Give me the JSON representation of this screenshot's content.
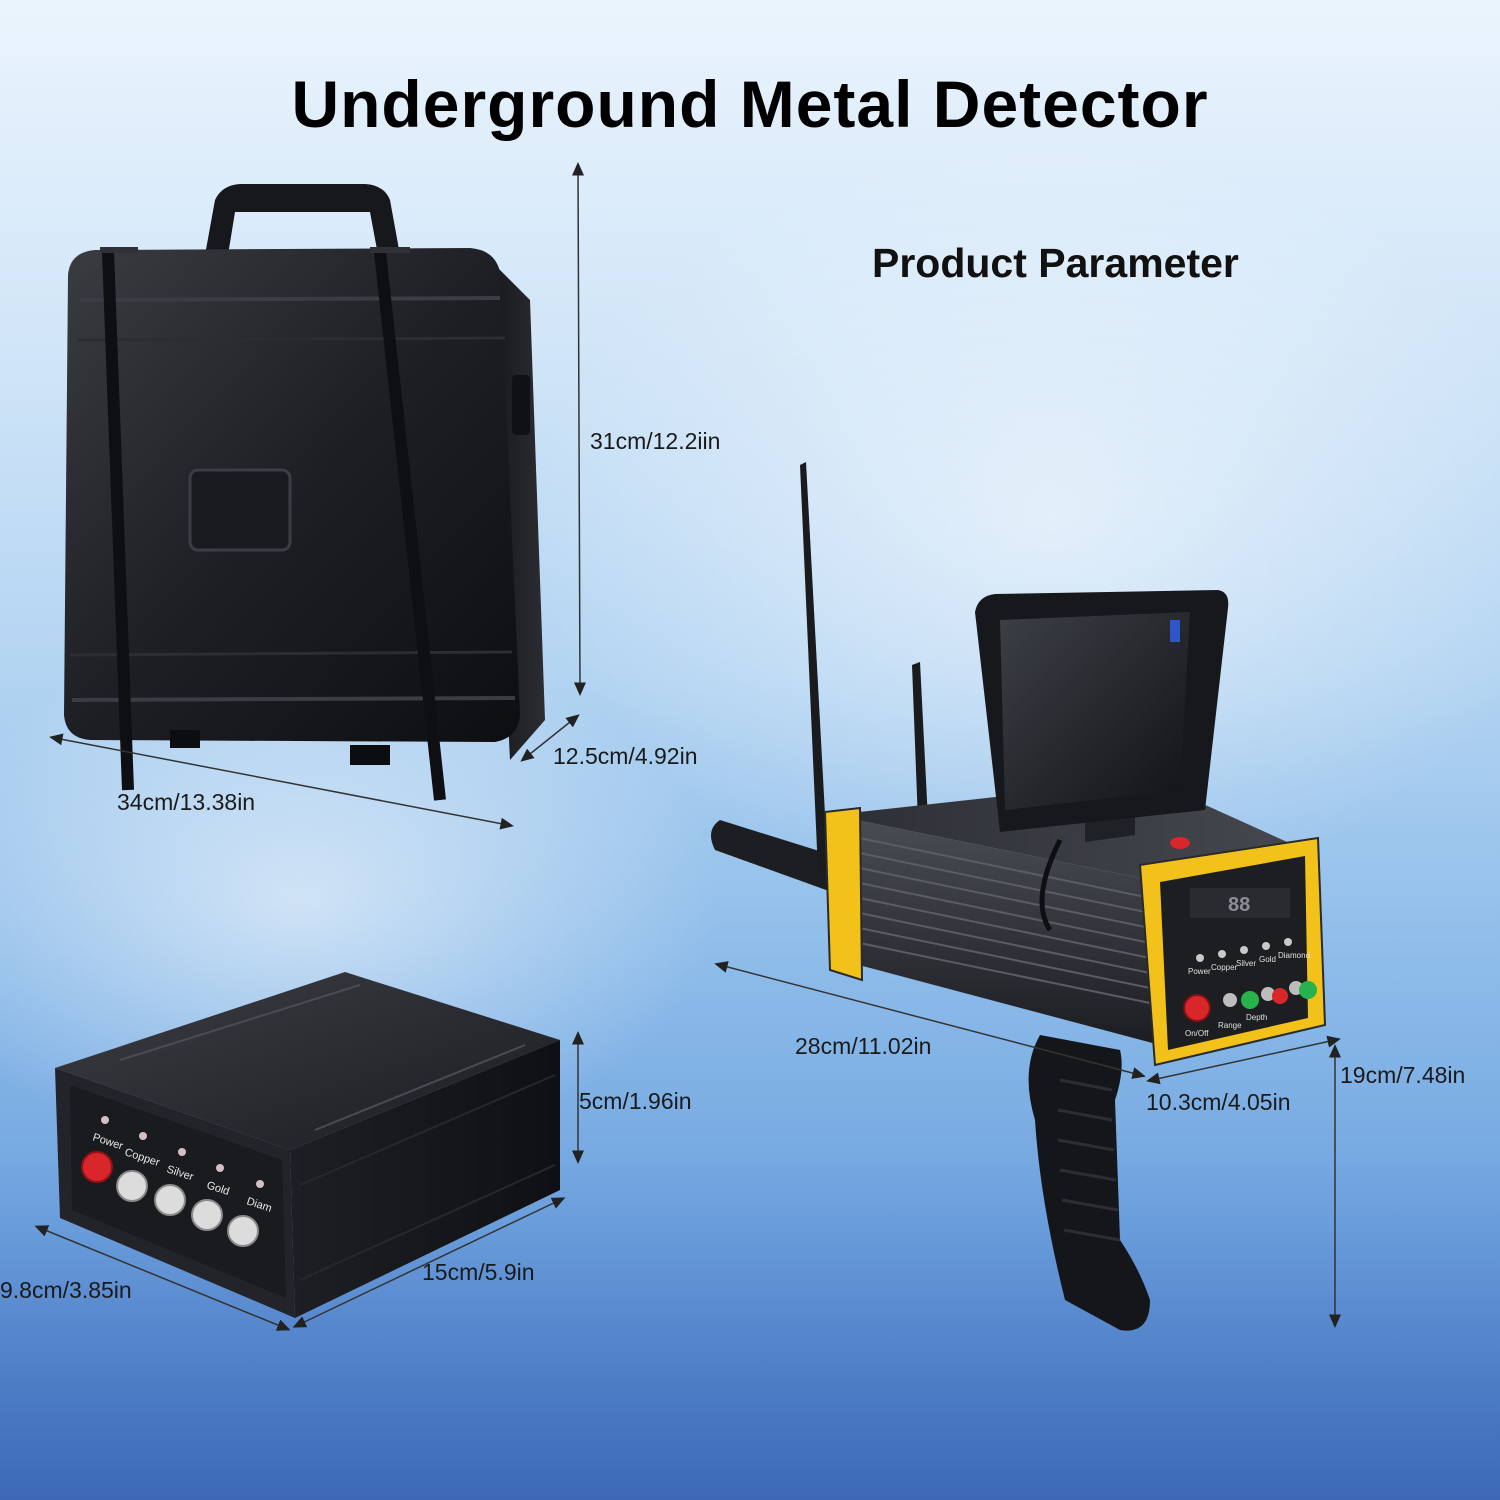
{
  "title": "Underground Metal Detector",
  "subtitle": "Product Parameter",
  "case_dimensions": {
    "height": "31cm/12.2iin",
    "depth": "12.5cm/4.92in",
    "width": "34cm/13.38in"
  },
  "box_dimensions": {
    "height": "5cm/1.96in",
    "length": "15cm/5.9in",
    "width": "9.8cm/3.85in"
  },
  "detector_dimensions": {
    "length": "28cm/11.02in",
    "width": "10.3cm/4.05in",
    "height": "19cm/7.48in"
  },
  "box_panel_labels": [
    "Power",
    "Copper",
    "Silver",
    "Gold",
    "Diam"
  ],
  "detector_panel_labels": [
    "Power",
    "Copper",
    "Silver",
    "Gold",
    "Diamond"
  ],
  "detector_control_labels": [
    "On/Off",
    "Range",
    "Depth"
  ],
  "detector_display": "88"
}
